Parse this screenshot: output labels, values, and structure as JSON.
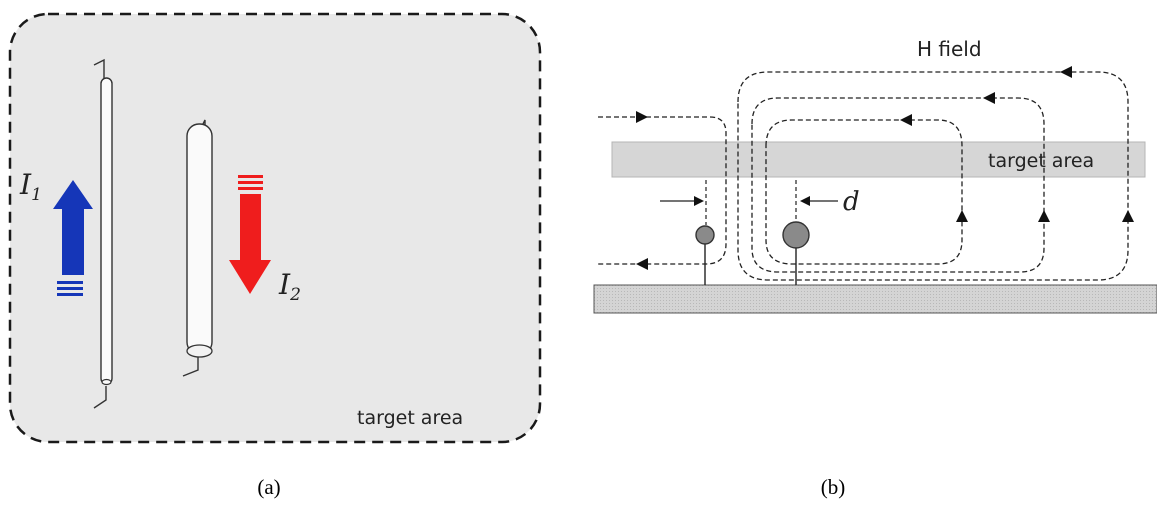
{
  "panel_a": {
    "current_1_symbol": "I",
    "current_1_subscript": "1",
    "current_2_symbol": "I",
    "current_2_subscript": "2",
    "area_label": "target area",
    "caption": "(a)",
    "colors": {
      "background": "#e8e8e8",
      "arrow_up": "#1536b8",
      "arrow_down": "#ef1d1d"
    }
  },
  "panel_b": {
    "field_label": "H field",
    "area_label": "target area",
    "distance_label": "d",
    "caption": "(b)",
    "colors": {
      "target_band": "#d6d6d6",
      "ground": "#cfcfcf",
      "conductor": "#8a8a8a"
    }
  }
}
